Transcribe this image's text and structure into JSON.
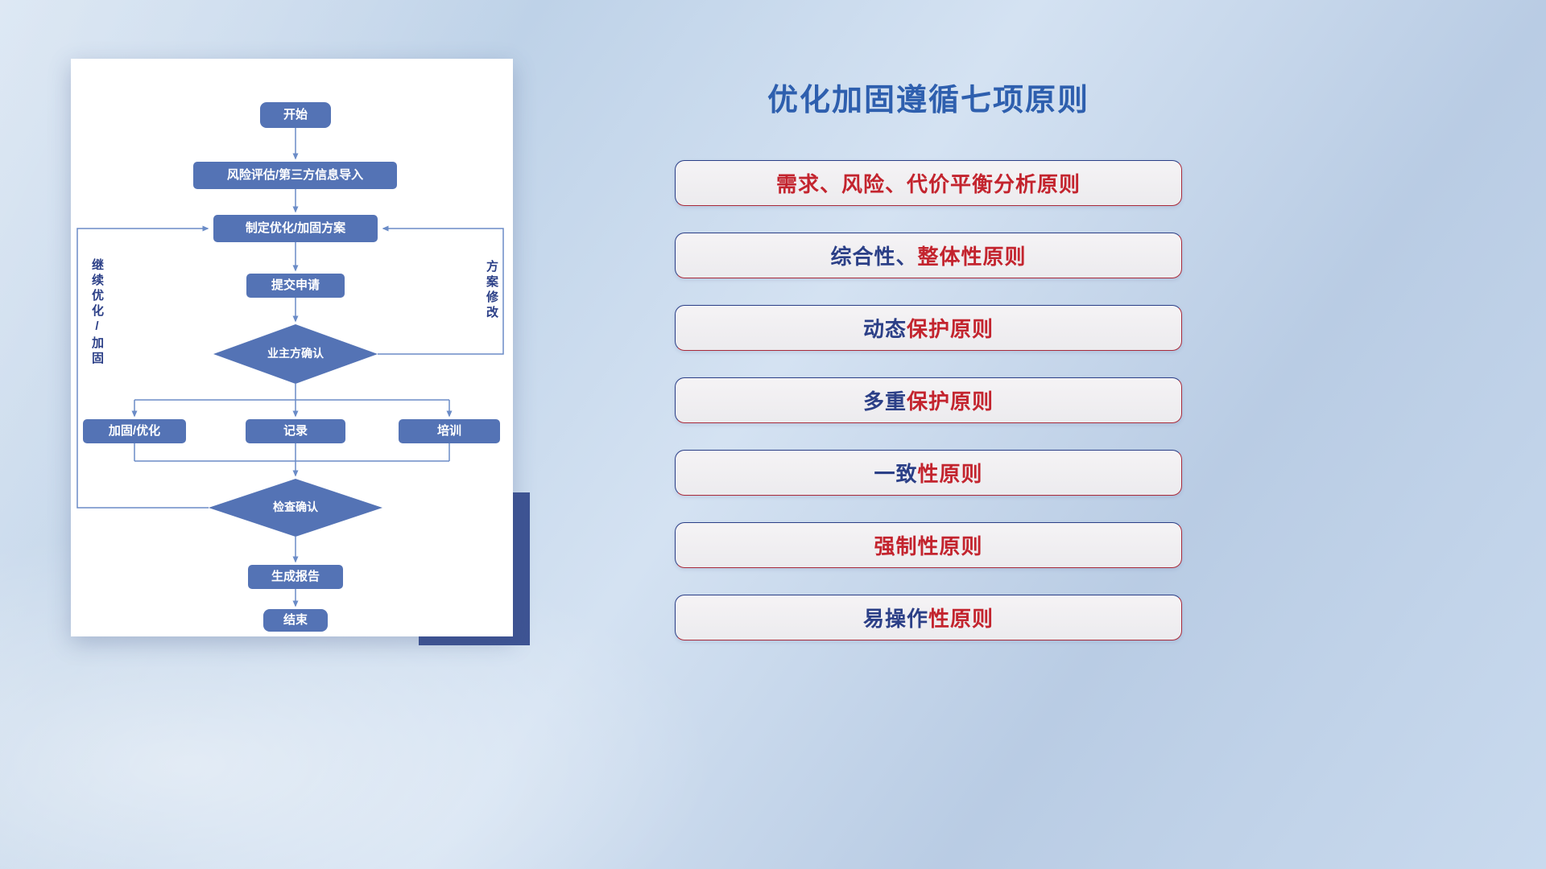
{
  "page": {
    "title": "优化加固遵循七项原则"
  },
  "flowchart": {
    "nodes": {
      "start": "开始",
      "risk_import": "风险评估/第三方信息导入",
      "make_plan": "制定优化/加固方案",
      "submit": "提交申请",
      "owner_confirm": "业主方确认",
      "reinforce": "加固/优化",
      "record": "记录",
      "training": "培训",
      "check_confirm": "检查确认",
      "report": "生成报告",
      "end": "结束"
    },
    "side_labels": {
      "left": "继续优化/加固",
      "right": "方案修改"
    }
  },
  "principles": {
    "items": [
      {
        "parts": [
          {
            "text": "需求、风险、代价平衡分析原则",
            "color": "red"
          }
        ]
      },
      {
        "parts": [
          {
            "text": "综合性、",
            "color": "navy"
          },
          {
            "text": "整体性原则",
            "color": "red"
          }
        ]
      },
      {
        "parts": [
          {
            "text": "动态",
            "color": "navy"
          },
          {
            "text": "保护原则",
            "color": "red"
          }
        ]
      },
      {
        "parts": [
          {
            "text": "多重",
            "color": "navy"
          },
          {
            "text": "保护原则",
            "color": "red"
          }
        ]
      },
      {
        "parts": [
          {
            "text": "一致",
            "color": "navy"
          },
          {
            "text": "性原则",
            "color": "red"
          }
        ]
      },
      {
        "parts": [
          {
            "text": "强制性原则",
            "color": "red"
          }
        ]
      },
      {
        "parts": [
          {
            "text": "易操作",
            "color": "navy"
          },
          {
            "text": "性原则",
            "color": "red"
          }
        ]
      }
    ]
  },
  "colors": {
    "accent_blue": "#2e5fae",
    "flow_box_blue": "#5473b5",
    "connector_blue": "#6b8cc7",
    "text_red": "#c3242e",
    "text_navy": "#2b3f87",
    "back_accent_navy": "#3e5494"
  }
}
